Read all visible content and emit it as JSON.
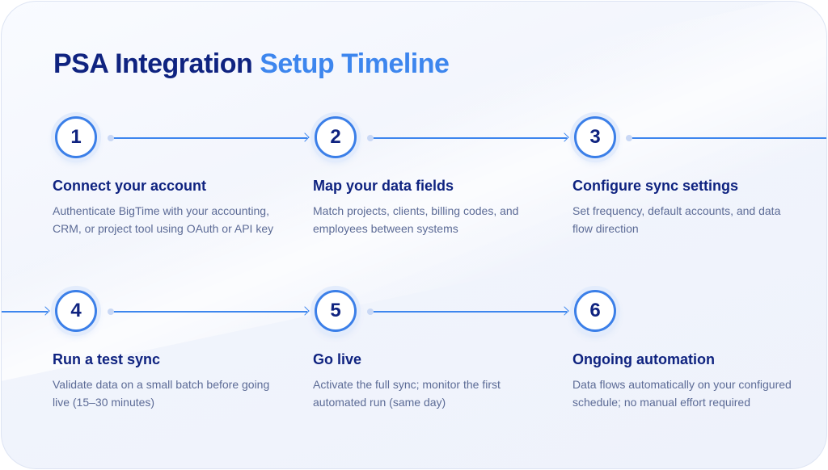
{
  "title": {
    "part1": "PSA Integration",
    "part2": "Setup Timeline"
  },
  "colors": {
    "title_dark": "#0f2380",
    "title_accent": "#3d86ee",
    "badge_border": "#3b7fe8",
    "description": "#5c6b96"
  },
  "steps": [
    {
      "number": "1",
      "title": "Connect your account",
      "description": "Authenticate BigTime with your accounting, CRM, or project tool using OAuth or API key"
    },
    {
      "number": "2",
      "title": "Map your data fields",
      "description": "Match projects, clients, billing codes, and employees between systems"
    },
    {
      "number": "3",
      "title": "Configure sync settings",
      "description": "Set frequency, default accounts, and data flow direction"
    },
    {
      "number": "4",
      "title": "Run a test sync",
      "description": "Validate data on a small batch before going live (15–30 minutes)"
    },
    {
      "number": "5",
      "title": "Go live",
      "description": "Activate the full sync; monitor the first automated run (same day)"
    },
    {
      "number": "6",
      "title": "Ongoing automation",
      "description": "Data flows automatically on your configured schedule; no manual effort required"
    }
  ]
}
